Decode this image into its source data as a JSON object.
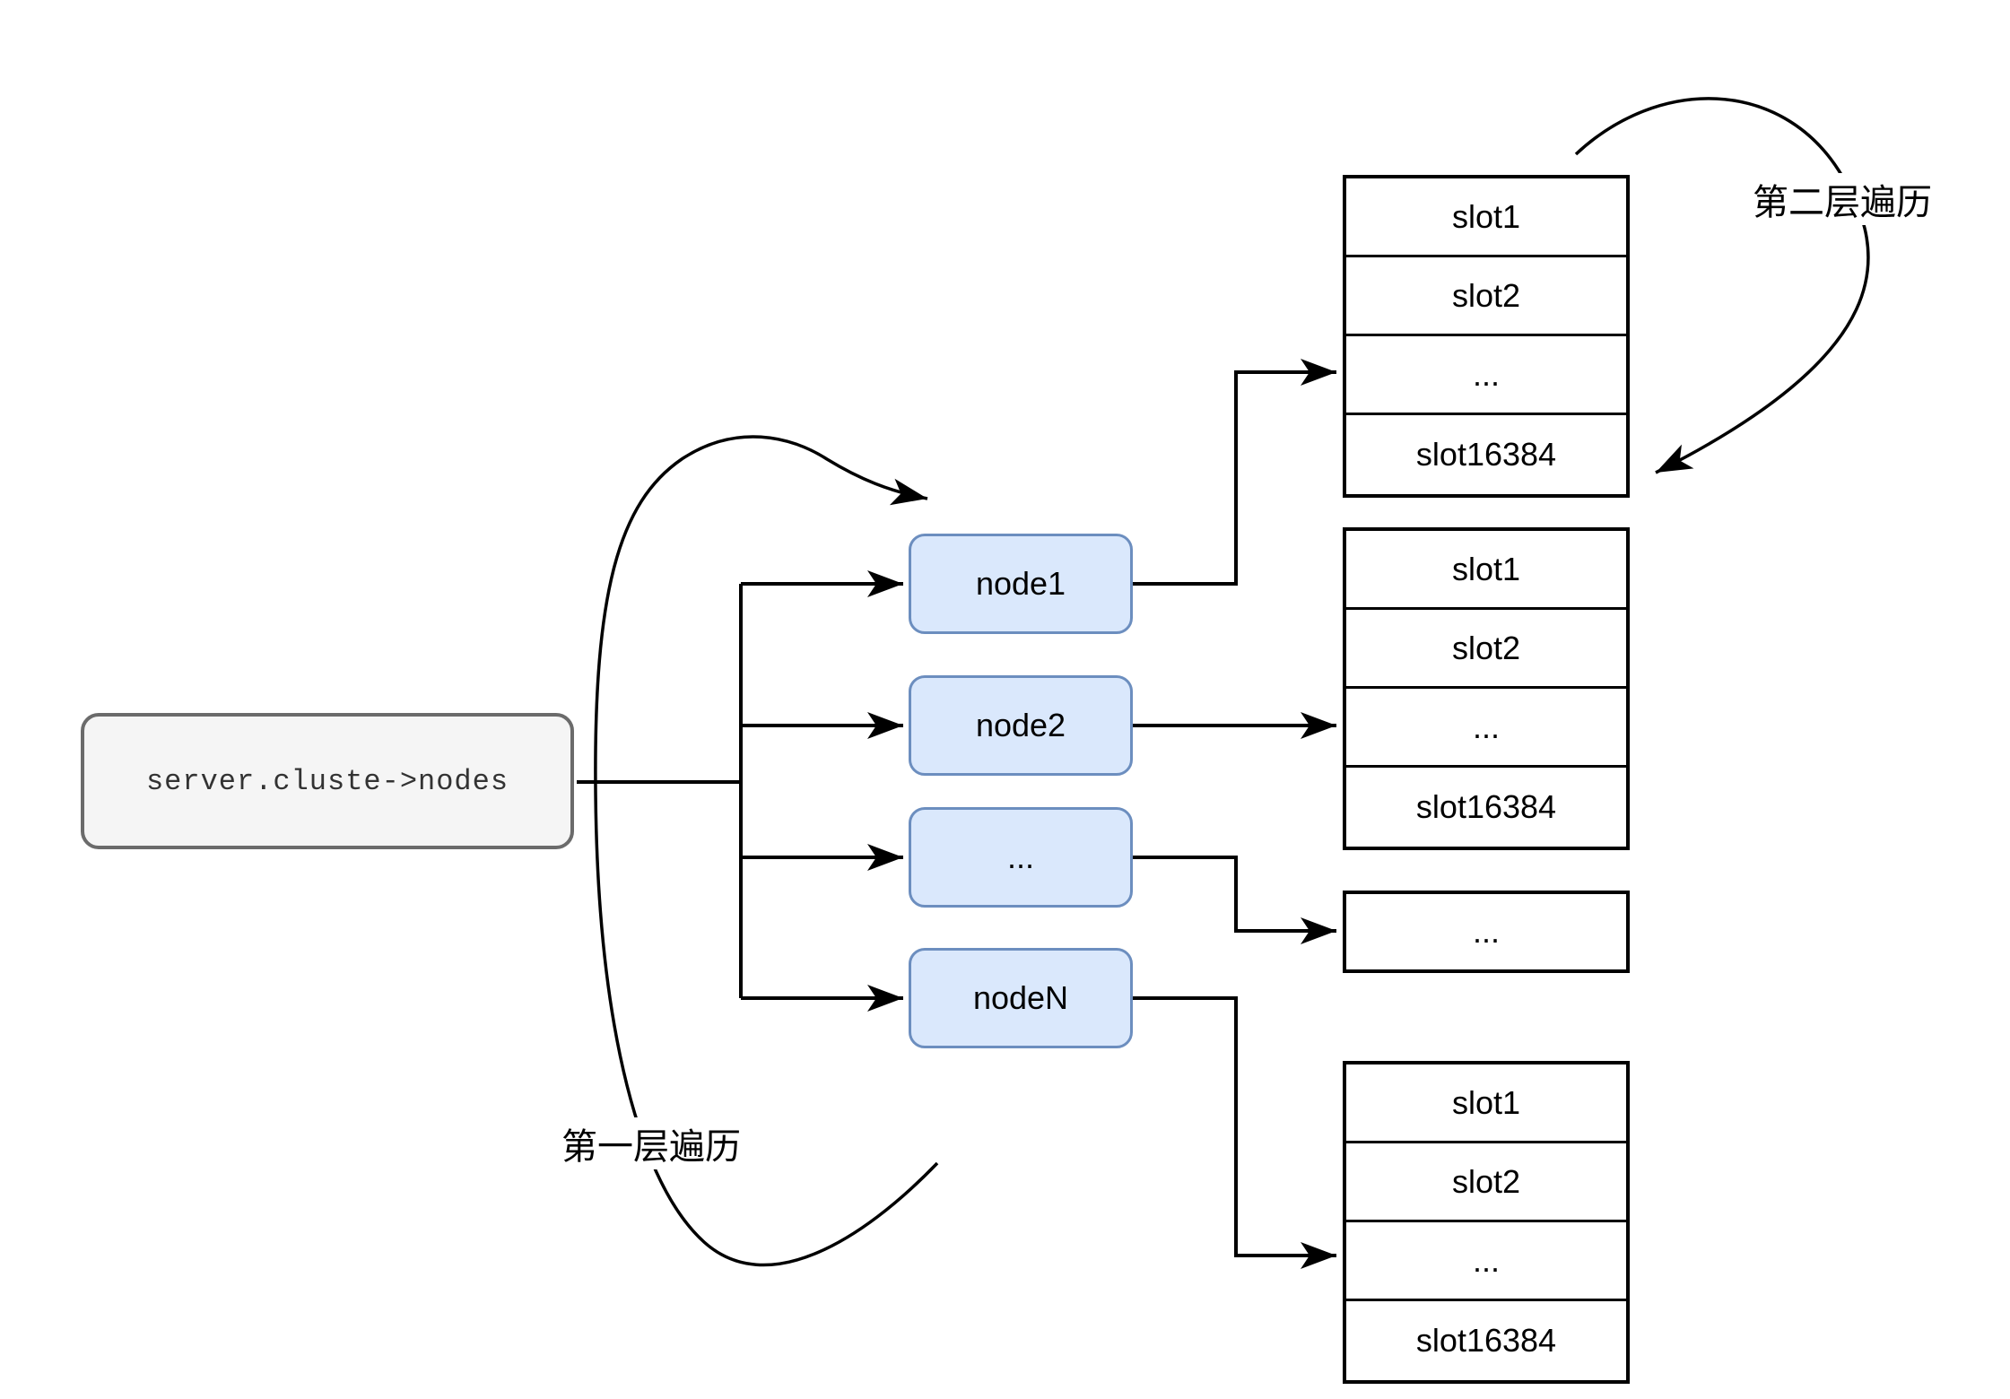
{
  "diagram": {
    "root_box": {
      "label": "server.cluste->nodes"
    },
    "nodes": [
      {
        "label": "node1"
      },
      {
        "label": "node2"
      },
      {
        "label": "..."
      },
      {
        "label": "nodeN"
      }
    ],
    "slot_tables": [
      {
        "rows": [
          "slot1",
          "slot2",
          "...",
          "slot16384"
        ]
      },
      {
        "rows": [
          "slot1",
          "slot2",
          "...",
          "slot16384"
        ]
      },
      {
        "rows": [
          "..."
        ]
      },
      {
        "rows": [
          "slot1",
          "slot2",
          "...",
          "slot16384"
        ]
      }
    ],
    "annotations": {
      "first_layer": "第一层遍历",
      "second_layer": "第二层遍历"
    },
    "colors": {
      "node_fill": "#dae8fc",
      "node_border": "#6c8ebf",
      "root_fill": "#f5f5f5",
      "root_border": "#6b6b6b",
      "line": "#000000"
    }
  }
}
